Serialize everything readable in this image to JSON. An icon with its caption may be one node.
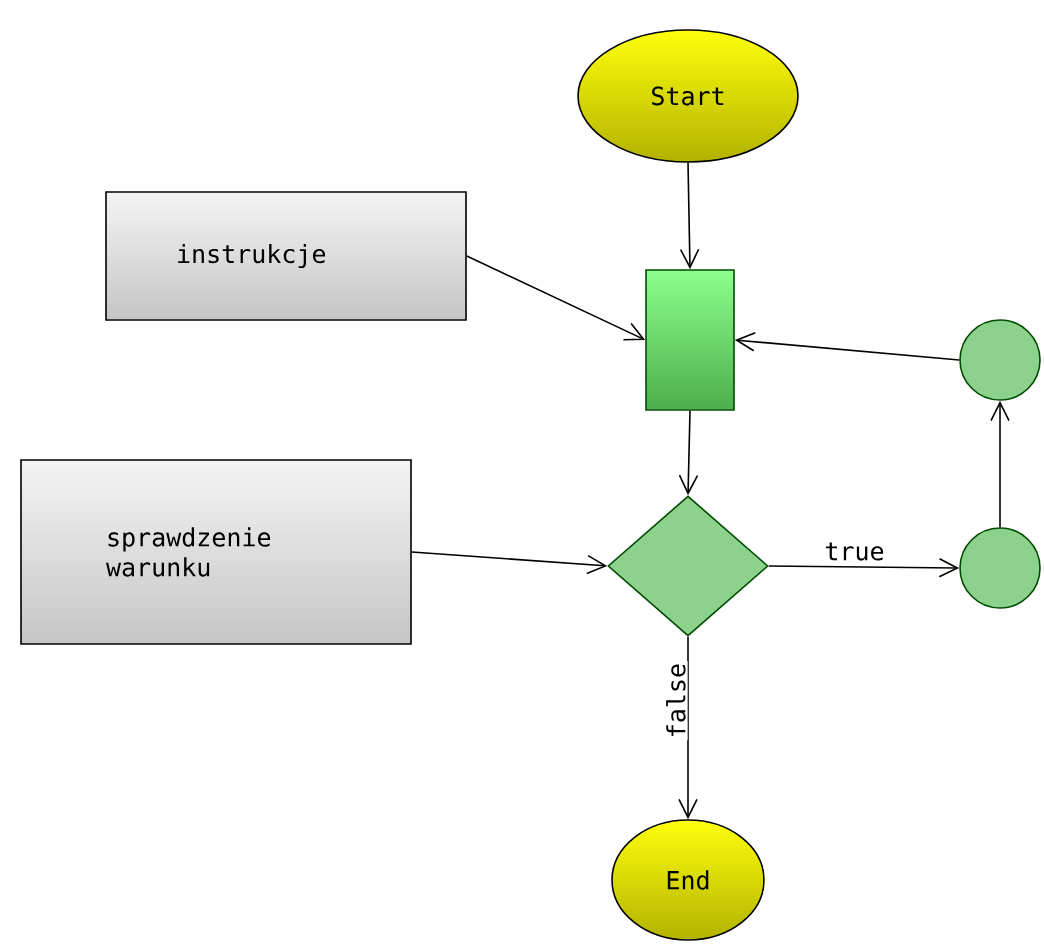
{
  "diagram": {
    "nodes": [
      {
        "text": [
          "Start"
        ]
      },
      {
        "text": [
          "instrukcje"
        ]
      },
      {
        "text": [],
        "shape": "box"
      },
      {
        "text": [
          "sprawdzenie warunku"
        ]
      },
      {
        "text": [],
        "shape": "diamond"
      },
      {
        "text": [],
        "shape": "circle"
      },
      {
        "text": [],
        "shape": "circle"
      },
      {
        "text": [
          "End"
        ]
      }
    ],
    "edges": [
      {
        "from": 0,
        "to": 2,
        "arrow": "to"
      },
      {
        "from": 1,
        "to": 2,
        "arrow": "to"
      },
      {
        "from": 5,
        "to": 2,
        "arrow": "to"
      },
      {
        "from": 2,
        "to": 4,
        "arrow": "to"
      },
      {
        "from": 3,
        "to": 4,
        "arrow": "to"
      },
      {
        "from": 4,
        "to": 6,
        "label": "true",
        "arrow": "to"
      },
      {
        "from": 6,
        "to": 5,
        "arrow": "to"
      },
      {
        "from": 4,
        "to": 7,
        "label": "false",
        "arrow": "to"
      }
    ]
  }
}
